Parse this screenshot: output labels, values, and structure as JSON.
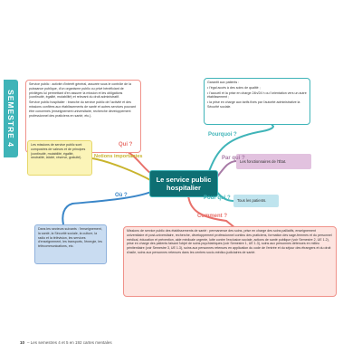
{
  "side_tab": "SEMESTRE 4",
  "center_node": "Le service public hospitalier",
  "branches": {
    "qui": "Qui ?",
    "notions": "Notions importantes",
    "pourquoi": "Pourquoi ?",
    "par_qui": "Par qui ?",
    "pour_qui": "Pour qui ?",
    "comment": "Comment ?",
    "ou": "Où ?"
  },
  "definition_box": [
    "Service public : activité d'intérêt général, assurée sous le contrôle de la puissance publique, d'un organisme public ou privé bénéficiant de privilèges lui permettant d'en assurer la mission et les obligations (continuité, égalité, mutabilité) et relevant du droit administratif.",
    "Service public hospitalier : branche du service public de l'activité et des missions confiées aux établissements de santé et autres services pouvant être concernés (enseignement universitaire, recherche développement professionnel des praticiens en santé, etc.)."
  ],
  "missions_principles_box": "Les missions de service public sont composées de valeurs et de principes (continuité, mutabilité, égalité, neutralité, laïcité, réserve, gratuité).",
  "garantit_box": {
    "intro": "Garantit aux patients :",
    "items": [
      "• l'égal accès à des soins de qualité ;",
      "• l'accueil et la prise en charge 24h/24 h ou l'orientation vers un autre établissement ;",
      "• la prise en charge aux tarifs fixés par l'autorité administrative la Sécurité sociale."
    ]
  },
  "fonctionnaires_box": "Les fonctionnaires de l'État.",
  "tous_box": "Tous les patients.",
  "secteurs_box": "Dans les secteurs suivants : l'enseignement, la santé, la Sécurité sociale, la culture, la radio et la télévision, les services d'enseignement, les transports, l'énergie, les télécommunications, etc.",
  "missions_box": "Missions de service public des établissements de santé : permanence des soins, prise en charge des soins palliatifs, enseignement universitaire et post-universitaire, recherche, développement professionnel continu des praticiens, formation des sage-femmes et du personnel médical, éducation et prévention, aide médicale urgente, lutte contre l'exclusion sociale, actions de santé publique (voir Semestre 2, UE 1.2), prise en charge des patients faisant l'objet de soins psychiatriques (voir Semestre 1, UE 1.3), soins aux personnes détenues en milieu pénitentiaire (voir Semestre 3, UE 1.3), soins aux personnes retenues en application du code de l'entrée et du séjour des étrangers et du droit d'asile, soins aux personnes retenues dans les centres socio-médico-judiciaires de santé.",
  "footer": {
    "page": "10",
    "text": "– Les semestres 4 et 5 en 192 cartes mentales"
  },
  "colors": {
    "teal": "#3fb4b8",
    "dark_teal": "#0e6f73",
    "salmon": "#e8716b",
    "yellow": "#c9b42d",
    "purple": "#a77aa6",
    "blue": "#3a86c8"
  }
}
